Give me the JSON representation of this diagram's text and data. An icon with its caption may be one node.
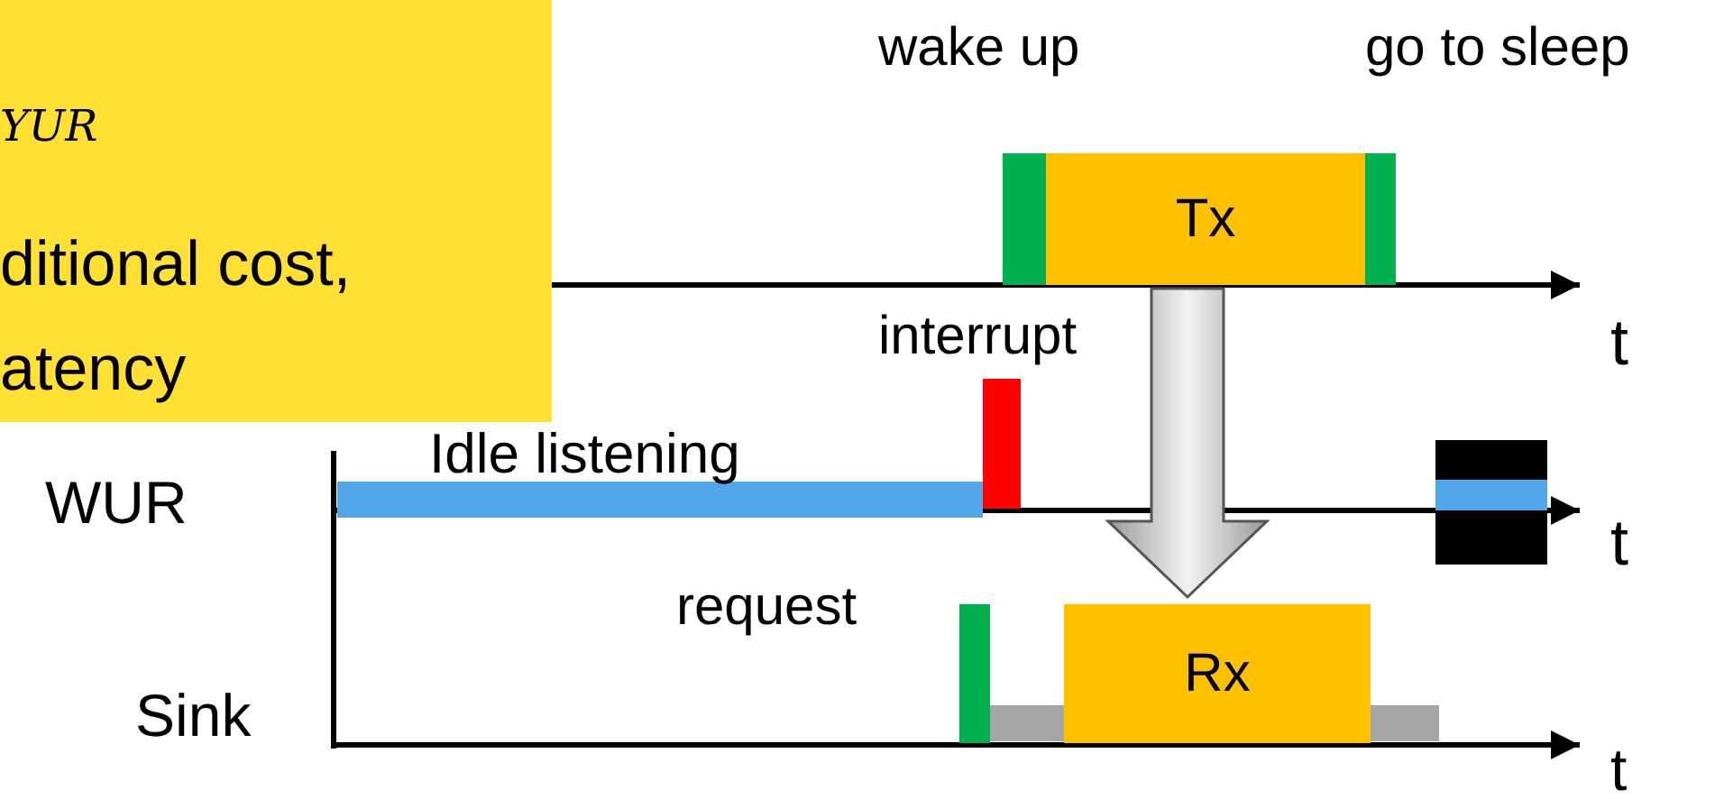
{
  "diagram": {
    "nodes": [
      {
        "text": [
          "YUR",
          "ditional cost, atency"
        ]
      },
      {
        "text": [
          "Tx"
        ]
      },
      {
        "text": [
          "Rx"
        ]
      },
      {
        "text": [],
        "shape": "bar"
      },
      {
        "text": [],
        "shape": "bar"
      },
      {
        "text": [],
        "shape": "bar"
      },
      {
        "text": [],
        "shape": "bar"
      },
      {
        "text": [],
        "shape": "bar"
      },
      {
        "text": [],
        "shape": "bar"
      },
      {
        "text": [],
        "shape": "bar"
      }
    ],
    "edges": [
      {
        "from": 1,
        "to": 2,
        "arrow": "to",
        "style": "thick"
      }
    ],
    "labels": [
      "wake up",
      "go to sleep",
      "t",
      "interrupt",
      "Idle listening",
      "WUR",
      "t",
      "request",
      "Sink",
      "t"
    ]
  }
}
